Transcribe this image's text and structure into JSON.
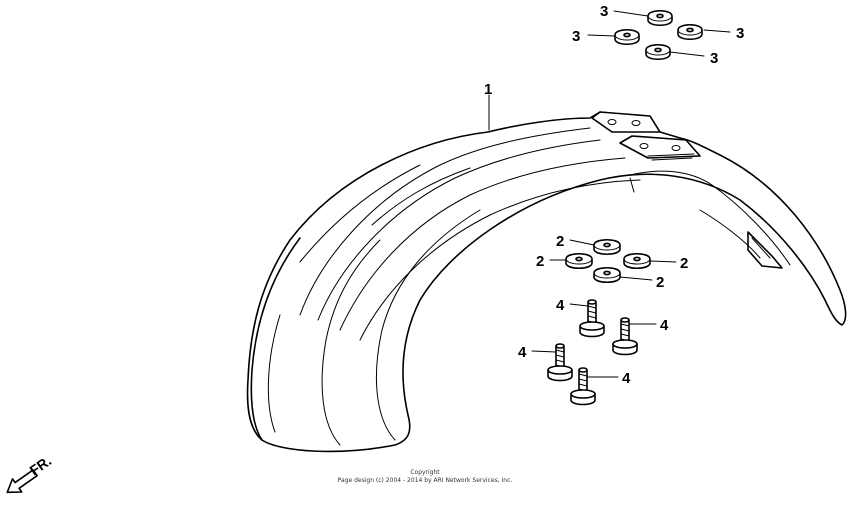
{
  "callouts": {
    "part1": "1",
    "part2": "2",
    "part3": "3",
    "part4": "4"
  },
  "direction_label": "FR.",
  "copyright": {
    "line1": "Copyright",
    "line2": "Page design (c) 2004 - 2014 by ARI Network Services, Inc."
  }
}
